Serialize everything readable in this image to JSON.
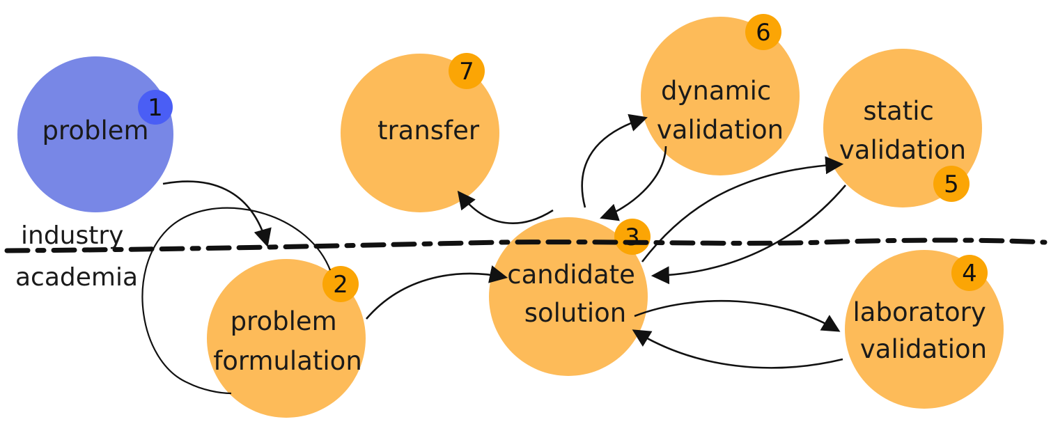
{
  "labels": {
    "industry": "industry",
    "academia": "academia"
  },
  "nodes": {
    "problem": {
      "lines": [
        "problem"
      ],
      "badge": "1"
    },
    "problem_formulation": {
      "lines": [
        "problem",
        "formulation"
      ],
      "badge": "2"
    },
    "candidate_solution": {
      "lines": [
        "candidate",
        "solution"
      ],
      "badge": "3"
    },
    "laboratory_validation": {
      "lines": [
        "laboratory",
        "validation"
      ],
      "badge": "4"
    },
    "static_validation": {
      "lines": [
        "static",
        "validation"
      ],
      "badge": "5"
    },
    "dynamic_validation": {
      "lines": [
        "dynamic",
        "validation"
      ],
      "badge": "6"
    },
    "transfer": {
      "lines": [
        "transfer"
      ],
      "badge": "7"
    }
  },
  "colors": {
    "industry_node": "#7887E6",
    "industry_badge": "#4A5EF5",
    "academia_node": "#FDBB59",
    "academia_badge": "#FBA505",
    "ink": "#111111"
  }
}
